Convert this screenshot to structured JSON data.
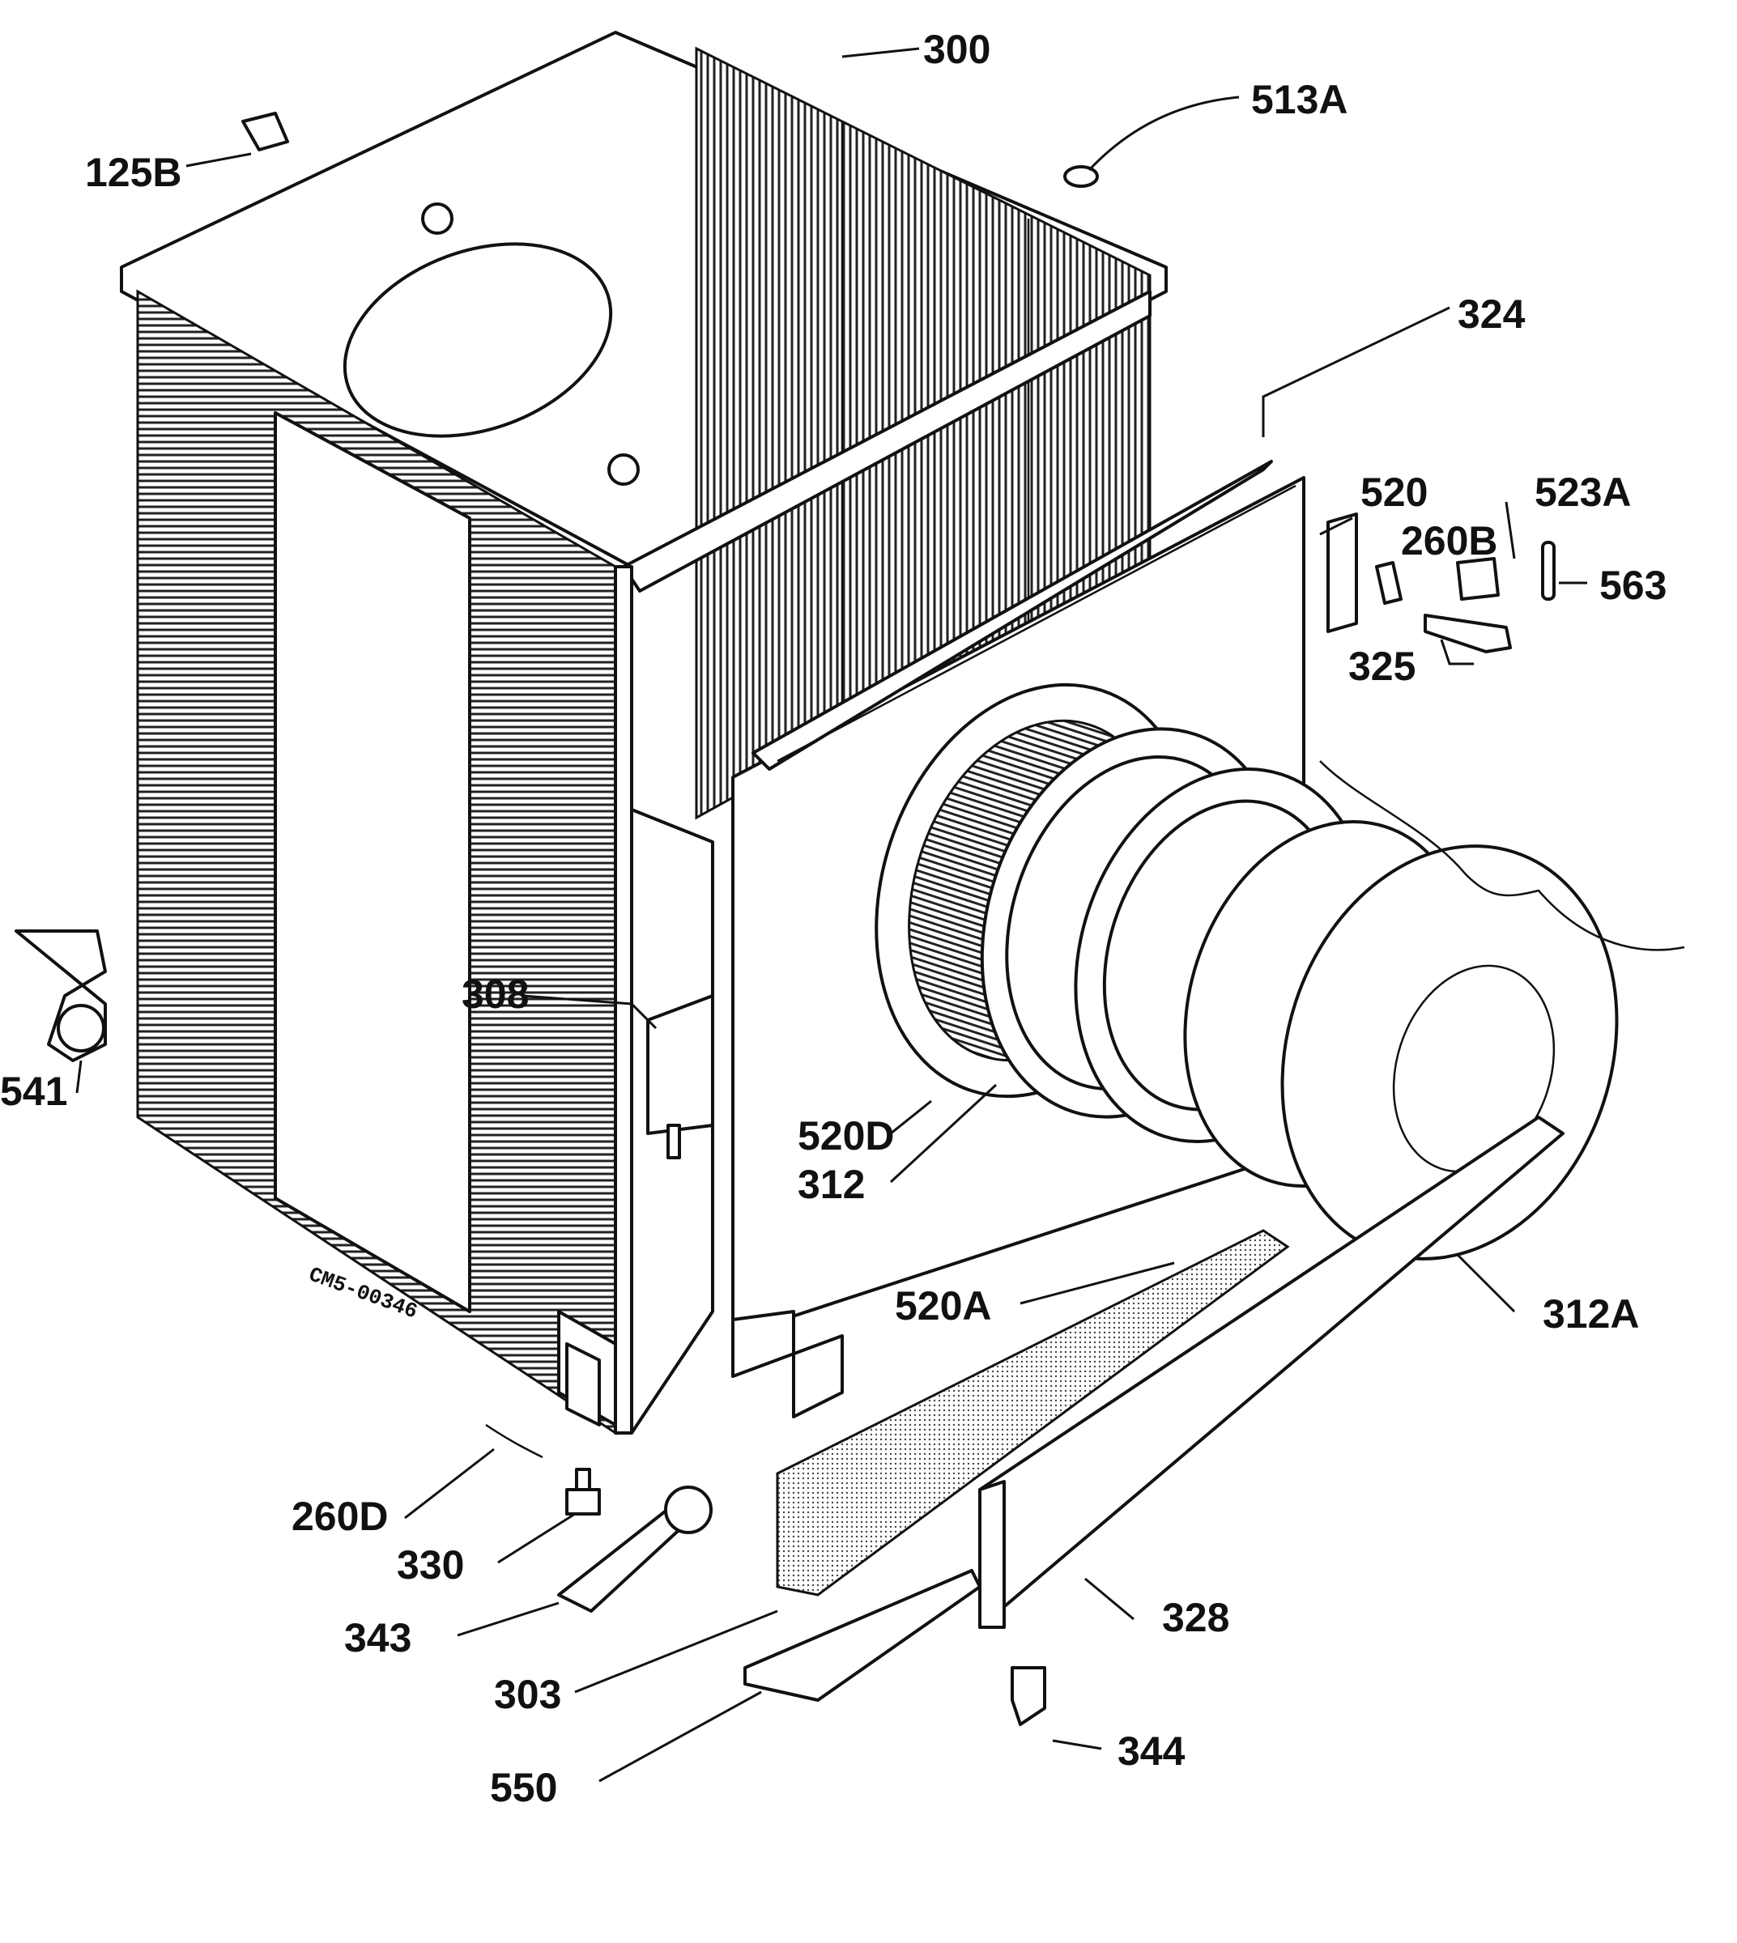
{
  "drawing_code": "CM5-00346",
  "parts": [
    {
      "id": "p300",
      "label": "300"
    },
    {
      "id": "p513a",
      "label": "513A"
    },
    {
      "id": "p125b",
      "label": "125B"
    },
    {
      "id": "p324",
      "label": "324"
    },
    {
      "id": "p520",
      "label": "520"
    },
    {
      "id": "p523a",
      "label": "523A"
    },
    {
      "id": "p260b",
      "label": "260B"
    },
    {
      "id": "p563",
      "label": "563"
    },
    {
      "id": "p325",
      "label": "325"
    },
    {
      "id": "p308",
      "label": "308"
    },
    {
      "id": "p541",
      "label": "541"
    },
    {
      "id": "p520d",
      "label": "520D"
    },
    {
      "id": "p312",
      "label": "312"
    },
    {
      "id": "p520a",
      "label": "520A"
    },
    {
      "id": "p312a",
      "label": "312A"
    },
    {
      "id": "p260d",
      "label": "260D"
    },
    {
      "id": "p330",
      "label": "330"
    },
    {
      "id": "p343",
      "label": "343"
    },
    {
      "id": "p303",
      "label": "303"
    },
    {
      "id": "p328",
      "label": "328"
    },
    {
      "id": "p550",
      "label": "550"
    },
    {
      "id": "p344",
      "label": "344"
    }
  ]
}
